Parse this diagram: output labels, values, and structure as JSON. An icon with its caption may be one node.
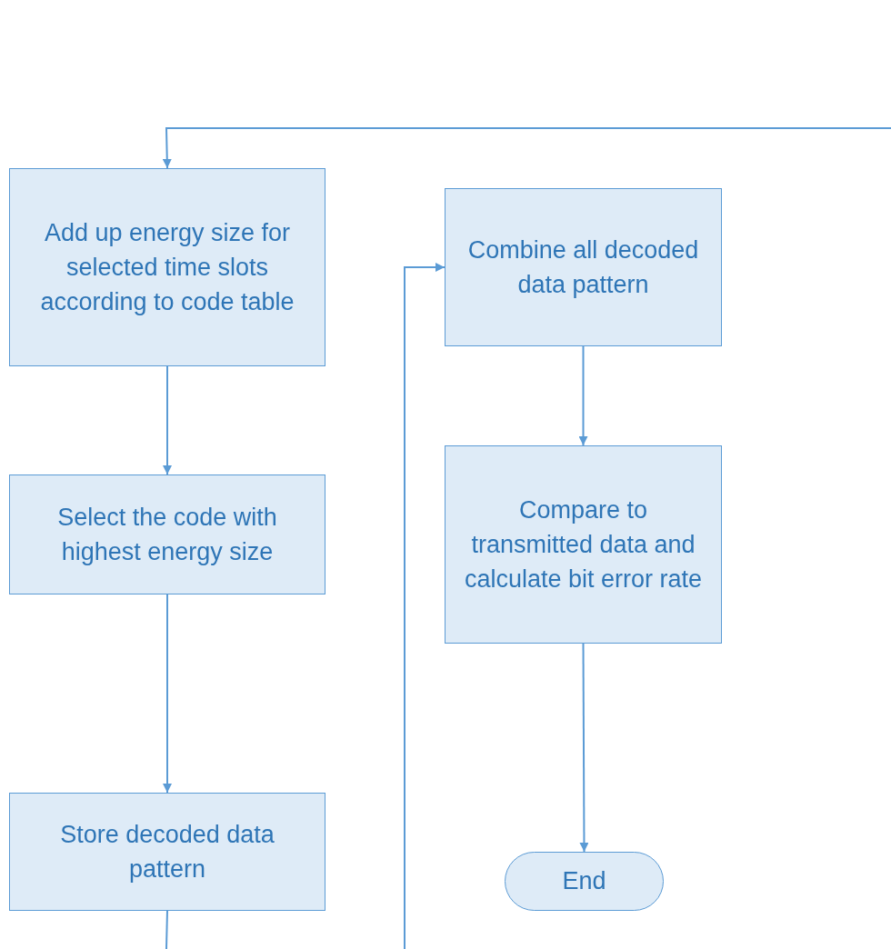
{
  "diagram": {
    "nodes": [
      {
        "text": [
          "Add up energy size for selected time slots according to code table"
        ]
      },
      {
        "text": [
          "Select the code with highest energy size"
        ]
      },
      {
        "text": [
          "Store decoded data pattern"
        ]
      },
      {
        "text": [
          "Combine all decoded data pattern"
        ]
      },
      {
        "text": [
          "Compare to transmitted data and calculate bit error rate"
        ]
      },
      {
        "text": [
          "End"
        ]
      }
    ],
    "edges": [
      {
        "from": null,
        "to": 0,
        "arrow": "to"
      },
      {
        "from": 0,
        "to": 1,
        "arrow": "to"
      },
      {
        "from": 1,
        "to": 2,
        "arrow": "to"
      },
      {
        "from": 2,
        "to": null,
        "arrow": "none"
      },
      {
        "from": null,
        "to": 3,
        "arrow": "to"
      },
      {
        "from": 3,
        "to": 4,
        "arrow": "to"
      },
      {
        "from": 4,
        "to": 5,
        "arrow": "to"
      }
    ]
  }
}
